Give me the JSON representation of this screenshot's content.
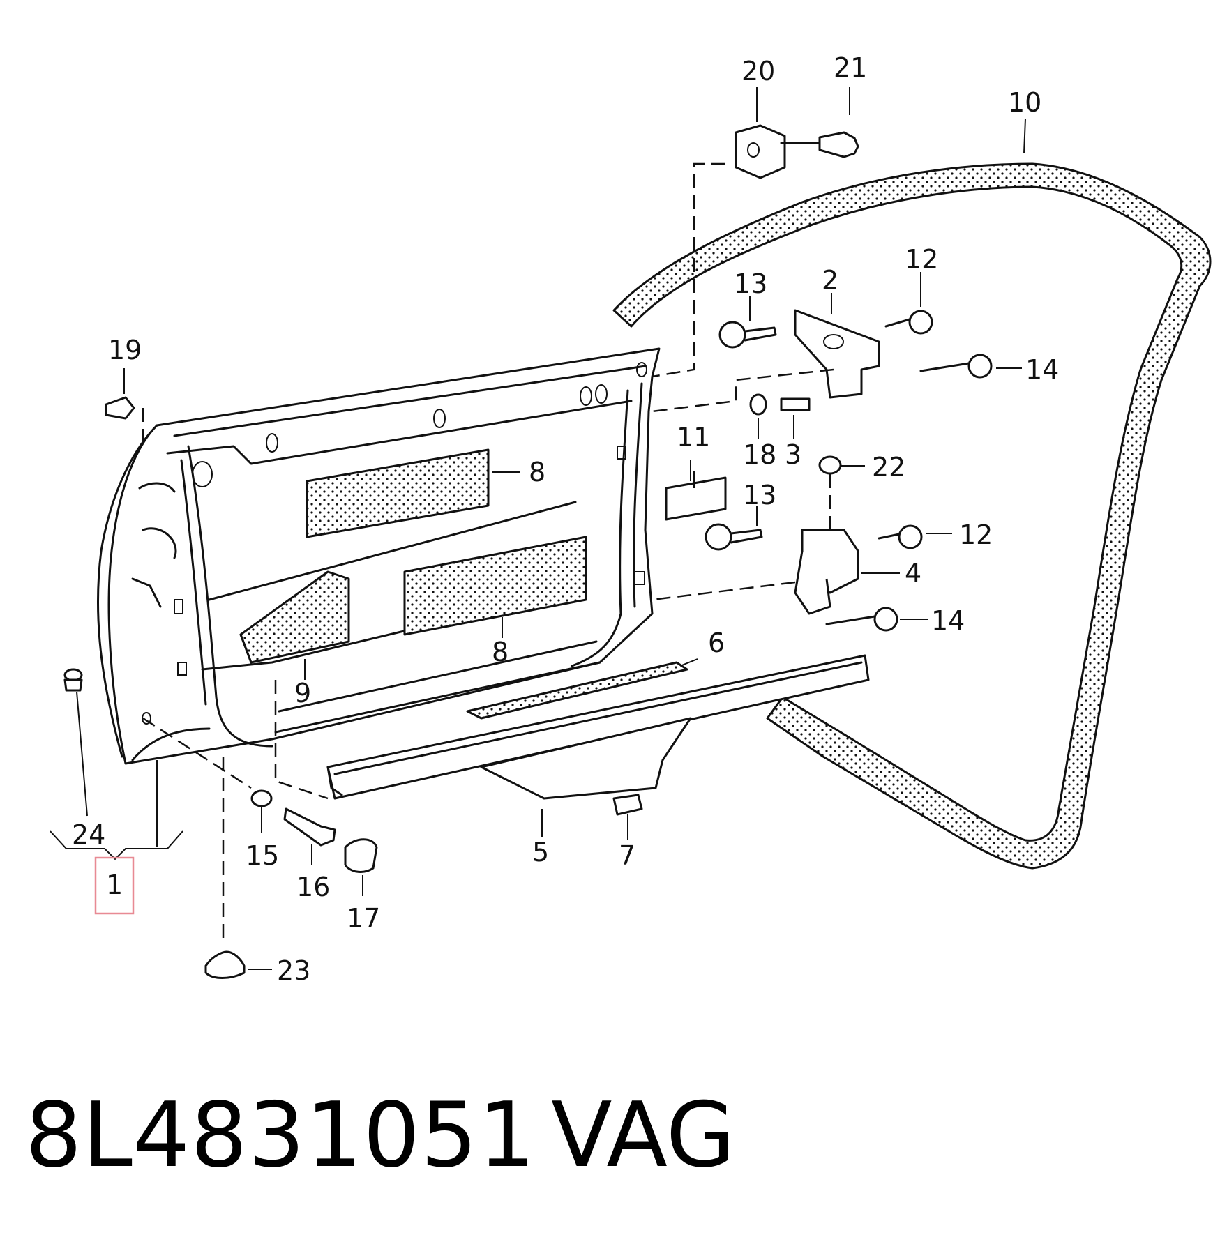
{
  "part_number": "8L4831051",
  "brand": "VAG",
  "highlight_color": "#e88a94",
  "callouts": [
    {
      "id": "c1",
      "text": "1"
    },
    {
      "id": "c2",
      "text": "2"
    },
    {
      "id": "c3",
      "text": "3"
    },
    {
      "id": "c4",
      "text": "4"
    },
    {
      "id": "c5",
      "text": "5"
    },
    {
      "id": "c6",
      "text": "6"
    },
    {
      "id": "c7",
      "text": "7"
    },
    {
      "id": "c8a",
      "text": "8"
    },
    {
      "id": "c8b",
      "text": "8"
    },
    {
      "id": "c9",
      "text": "9"
    },
    {
      "id": "c10",
      "text": "10"
    },
    {
      "id": "c11",
      "text": "11"
    },
    {
      "id": "c12a",
      "text": "12"
    },
    {
      "id": "c12b",
      "text": "12"
    },
    {
      "id": "c13a",
      "text": "13"
    },
    {
      "id": "c13b",
      "text": "13"
    },
    {
      "id": "c14a",
      "text": "14"
    },
    {
      "id": "c14b",
      "text": "14"
    },
    {
      "id": "c15",
      "text": "15"
    },
    {
      "id": "c16",
      "text": "16"
    },
    {
      "id": "c17",
      "text": "17"
    },
    {
      "id": "c18",
      "text": "18"
    },
    {
      "id": "c19",
      "text": "19"
    },
    {
      "id": "c20",
      "text": "20"
    },
    {
      "id": "c21",
      "text": "21"
    },
    {
      "id": "c22",
      "text": "22"
    },
    {
      "id": "c23",
      "text": "23"
    },
    {
      "id": "c24",
      "text": "24"
    }
  ]
}
